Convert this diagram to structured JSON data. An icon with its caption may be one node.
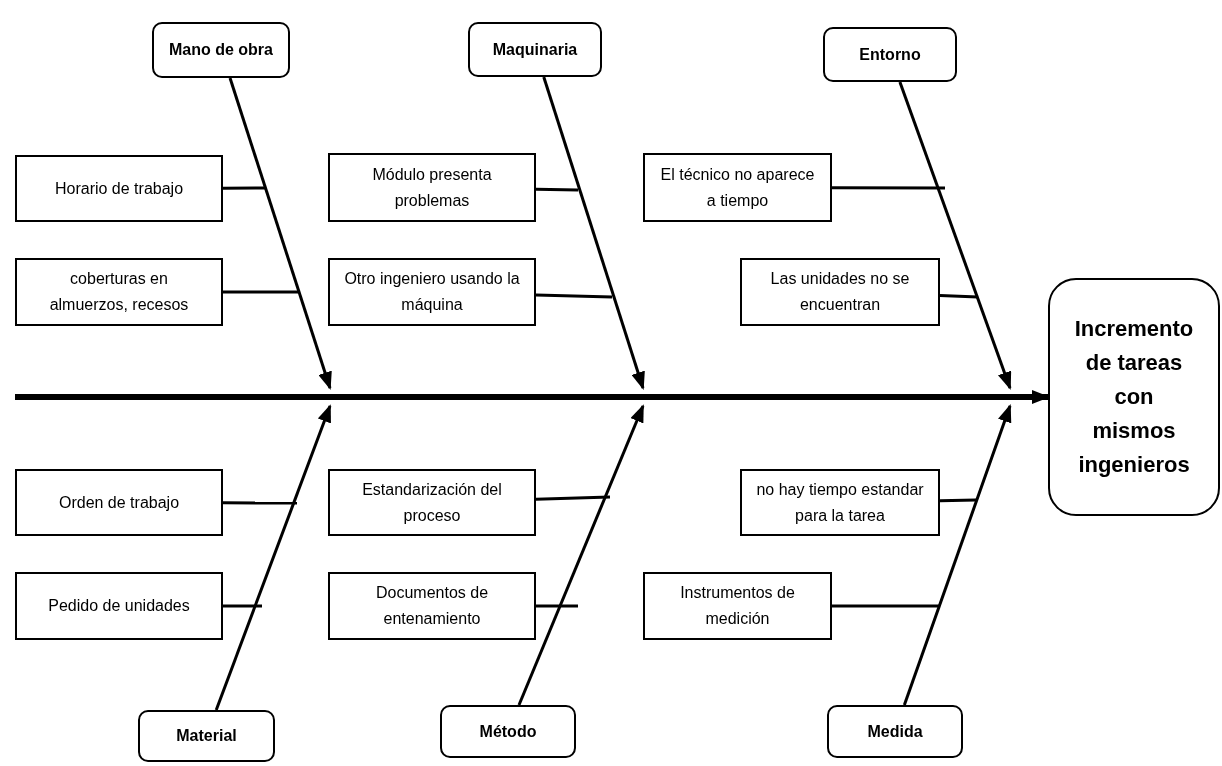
{
  "diagram": {
    "nodes": [
      {
        "text": [
          "Mano de obra"
        ]
      },
      {
        "text": [
          "Maquinaria"
        ]
      },
      {
        "text": [
          "Entorno"
        ]
      },
      {
        "text": [
          "Incremento de tareas con mismos ingenieros"
        ]
      },
      {
        "text": [
          "Horario de trabajo"
        ]
      },
      {
        "text": [
          "coberturas en almuerzos, recesos"
        ]
      },
      {
        "text": [
          "Módulo presenta problemas"
        ]
      },
      {
        "text": [
          "Otro ingeniero usando la máquina"
        ]
      },
      {
        "text": [
          "El técnico no aparece a tiempo"
        ]
      },
      {
        "text": [
          "Las unidades no se encuentran"
        ]
      },
      {
        "text": [
          "Orden de trabajo"
        ]
      },
      {
        "text": [
          "Pedido de unidades"
        ]
      },
      {
        "text": [
          "Estandarización del proceso"
        ]
      },
      {
        "text": [
          "Documentos de entenamiento"
        ]
      },
      {
        "text": [
          "no hay tiempo estandar para la tarea"
        ]
      },
      {
        "text": [
          "Instrumentos de medición"
        ]
      },
      {
        "text": [
          "Material"
        ]
      },
      {
        "text": [
          "Método"
        ]
      },
      {
        "text": [
          "Medida"
        ]
      }
    ],
    "edges": [
      {
        "from": null,
        "to": 3,
        "arrow": "to",
        "style": "thick"
      },
      {
        "from": 0,
        "to": null,
        "arrow": "to"
      },
      {
        "from": 1,
        "to": null,
        "arrow": "to"
      },
      {
        "from": 2,
        "to": null,
        "arrow": "to"
      },
      {
        "from": 16,
        "to": null,
        "arrow": "to"
      },
      {
        "from": 17,
        "to": null,
        "arrow": "to"
      },
      {
        "from": 18,
        "to": null,
        "arrow": "to"
      },
      {
        "from": 4,
        "to": null,
        "arrow": "none"
      },
      {
        "from": 5,
        "to": null,
        "arrow": "none"
      },
      {
        "from": 6,
        "to": null,
        "arrow": "none"
      },
      {
        "from": 7,
        "to": null,
        "arrow": "none"
      },
      {
        "from": 8,
        "to": null,
        "arrow": "none"
      },
      {
        "from": 9,
        "to": null,
        "arrow": "none"
      },
      {
        "from": 10,
        "to": null,
        "arrow": "none"
      },
      {
        "from": 11,
        "to": null,
        "arrow": "none"
      },
      {
        "from": 12,
        "to": null,
        "arrow": "none"
      },
      {
        "from": 13,
        "to": null,
        "arrow": "none"
      },
      {
        "from": 14,
        "to": null,
        "arrow": "none"
      },
      {
        "from": 15,
        "to": null,
        "arrow": "none"
      }
    ]
  }
}
